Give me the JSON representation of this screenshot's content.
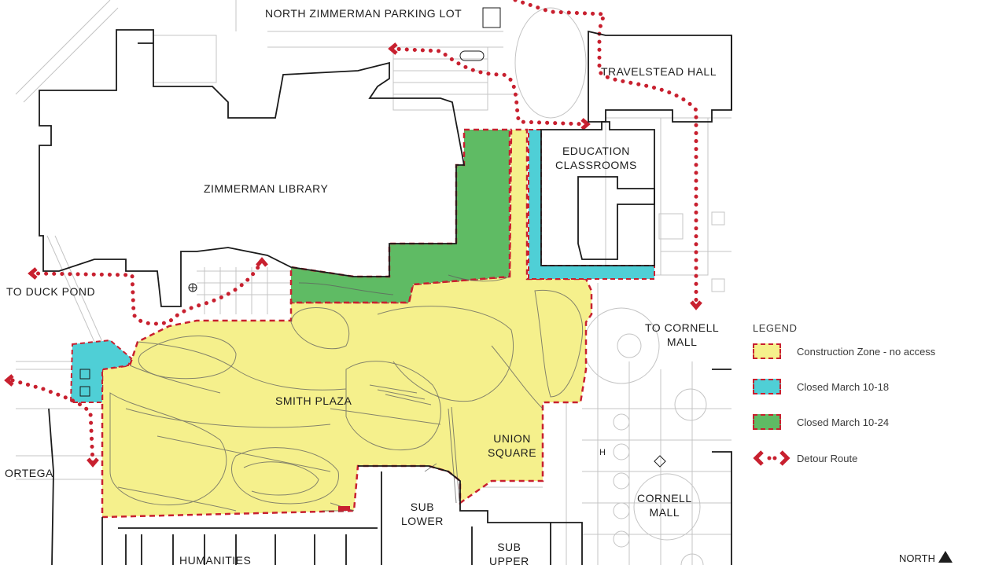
{
  "labels": {
    "north_lot": "NORTH ZIMMERMAN PARKING LOT",
    "travelstead": "TRAVELSTEAD HALL",
    "education_1": "EDUCATION",
    "education_2": "CLASSROOMS",
    "zimmerman": "ZIMMERMAN LIBRARY",
    "duck_pond": "TO DUCK POND",
    "cornell_to_1": "TO CORNELL",
    "cornell_to_2": "MALL",
    "smith_plaza": "SMITH PLAZA",
    "union_1": "UNION",
    "union_2": "SQUARE",
    "ortega": "ORTEGA",
    "sub_lower_1": "SUB",
    "sub_lower_2": "LOWER",
    "sub_upper_1": "SUB",
    "sub_upper_2": "UPPER",
    "cornell_mall_1": "CORNELL",
    "cornell_mall_2": "MALL",
    "humanities": "HUMANITIES",
    "h_marker": "H"
  },
  "legend": {
    "title": "LEGEND",
    "items": [
      {
        "label": "Construction Zone - no access",
        "color": "#f5f08c",
        "border": "#c8202f"
      },
      {
        "label": "Closed March 10-18",
        "color": "#4fcfd6",
        "border": "#c8202f"
      },
      {
        "label": "Closed March 10-24",
        "color": "#5fbb64",
        "border": "#c8202f"
      },
      {
        "label": "Detour Route",
        "color": "#c8202f",
        "icon": "detour-arrows-icon"
      }
    ]
  },
  "north": {
    "label": "NORTH",
    "icon": "north-arrow-icon"
  },
  "colors": {
    "construction": "#f5f08c",
    "closed_short": "#4fcfd6",
    "closed_long": "#5fbb64",
    "detour": "#c8202f",
    "building_outline": "#1a1a1a",
    "linework": "#b4b4b4"
  }
}
